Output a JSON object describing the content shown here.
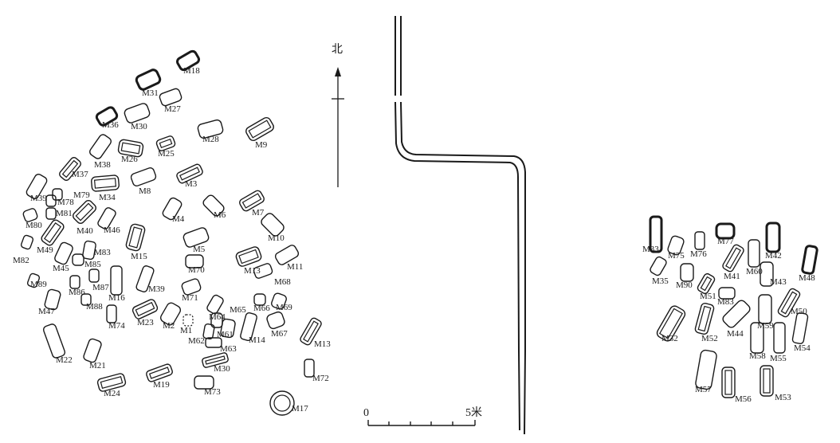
{
  "north_label": "北",
  "scale": {
    "start_label": "0",
    "end_label": "5米"
  },
  "tombs": [
    "M18",
    "M31",
    "M27",
    "M36",
    "M30",
    "M28",
    "M9",
    "M25",
    "M26",
    "M38",
    "M37",
    "M8",
    "M3",
    "M39",
    "M79",
    "M34",
    "M78",
    "M81",
    "M80",
    "M40",
    "M46",
    "M4",
    "M6",
    "M7",
    "M49",
    "M15",
    "M10",
    "M82",
    "M45",
    "M83",
    "M85",
    "M5",
    "M13",
    "M11",
    "M89",
    "M70",
    "M87",
    "M86",
    "M68",
    "M39",
    "M16",
    "M47",
    "M88",
    "M71",
    "M65",
    "M66",
    "M69",
    "M74",
    "M23",
    "M2",
    "M64",
    "M1",
    "M62",
    "M61",
    "M14",
    "M67",
    "M13",
    "M63",
    "M22",
    "M21",
    "M30",
    "M72",
    "M19",
    "M24",
    "M73",
    "M17",
    "M33",
    "M75",
    "M76",
    "M77",
    "M42",
    "M48",
    "M35",
    "M90",
    "M41",
    "M60",
    "M43",
    "M51",
    "M83",
    "M50",
    "M32",
    "M52",
    "M44",
    "M59",
    "M54",
    "M58",
    "M55",
    "M57",
    "M56",
    "M53"
  ]
}
